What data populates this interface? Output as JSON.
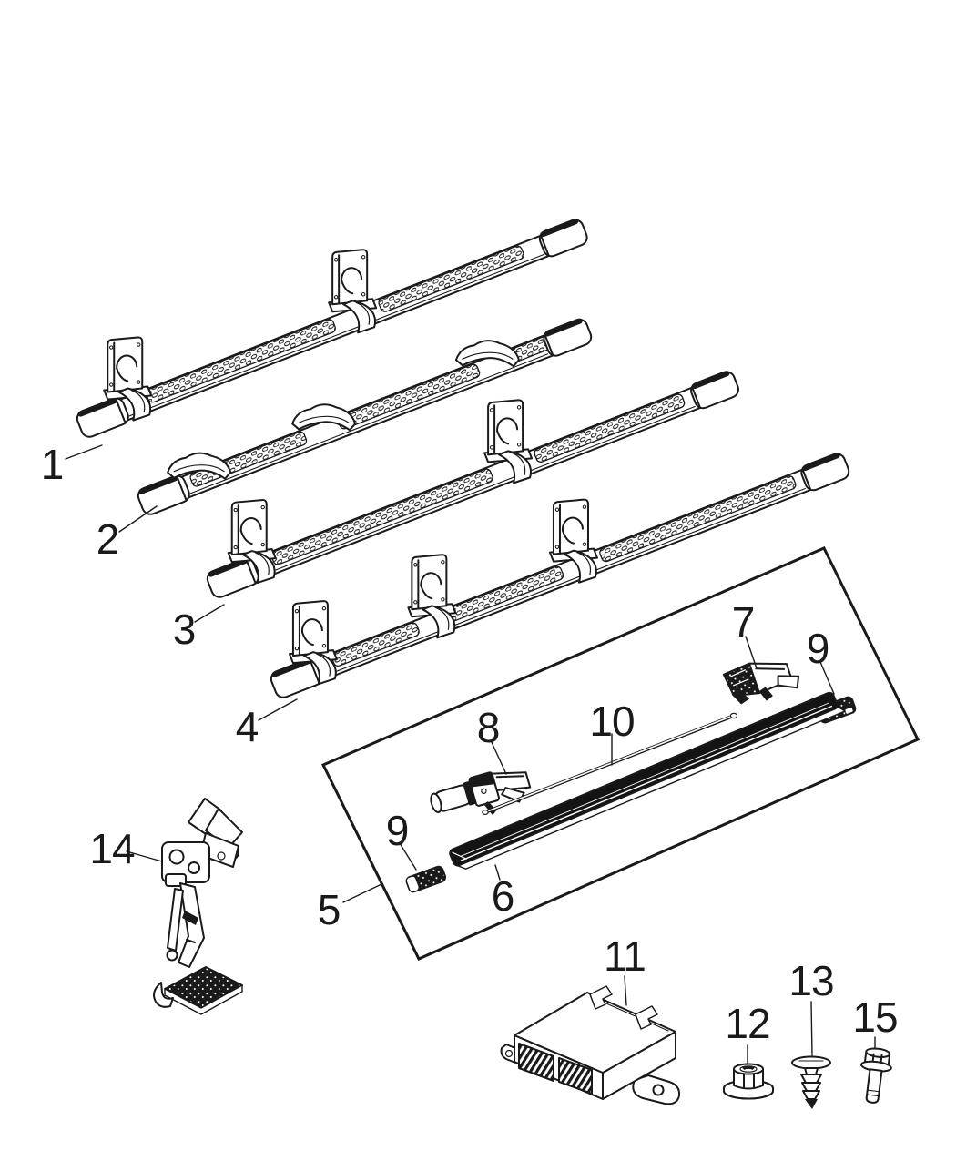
{
  "style": {
    "background": "#ffffff",
    "line_color": "#1a1a1a",
    "dark_part_fill": "#141414"
  },
  "diagram": {
    "type": "exploded-parts-diagram",
    "callouts": {
      "c1": {
        "label": "1"
      },
      "c2": {
        "label": "2"
      },
      "c3": {
        "label": "3"
      },
      "c4": {
        "label": "4"
      },
      "c5": {
        "label": "5"
      },
      "c6": {
        "label": "6"
      },
      "c7": {
        "label": "7"
      },
      "c8": {
        "label": "8"
      },
      "c9a": {
        "label": "9"
      },
      "c9b": {
        "label": "9"
      },
      "c10": {
        "label": "10"
      },
      "c11": {
        "label": "11"
      },
      "c12": {
        "label": "12"
      },
      "c13": {
        "label": "13"
      },
      "c14": {
        "label": "14"
      },
      "c15": {
        "label": "15"
      }
    }
  }
}
